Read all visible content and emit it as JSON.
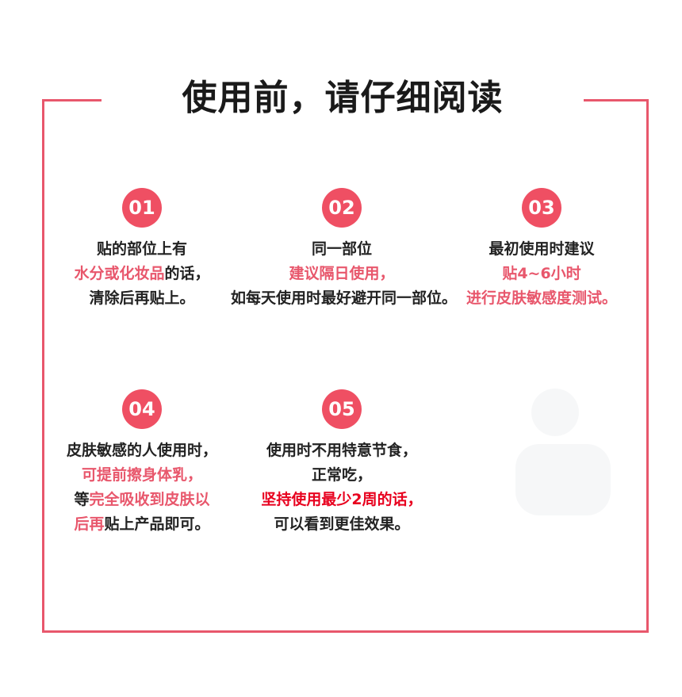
{
  "title": "使用前，请仔细阅读",
  "colors": {
    "accent": "#e8576c",
    "badge": "#ef4f63",
    "emphasis_red": "#e8001e",
    "text": "#222222"
  },
  "steps": [
    {
      "number": "01",
      "lines": [
        [
          {
            "t": "贴的部位上有",
            "h": ""
          }
        ],
        [
          {
            "t": "水分或化妆品",
            "h": "hl"
          },
          {
            "t": "的话，",
            "h": ""
          }
        ],
        [
          {
            "t": "清除后再贴上。",
            "h": ""
          }
        ]
      ]
    },
    {
      "number": "02",
      "lines": [
        [
          {
            "t": "同一部位",
            "h": ""
          }
        ],
        [
          {
            "t": "建议隔日使用，",
            "h": "hl"
          }
        ],
        [
          {
            "t": "如每天使用时最好避开同一部位。",
            "h": ""
          }
        ]
      ]
    },
    {
      "number": "03",
      "lines": [
        [
          {
            "t": "最初使用时建议",
            "h": ""
          }
        ],
        [
          {
            "t": "贴4~6小时",
            "h": "hl"
          }
        ],
        [
          {
            "t": "进行皮肤敏感度测试。",
            "h": "hl"
          }
        ]
      ]
    },
    {
      "number": "04",
      "lines": [
        [
          {
            "t": "皮肤敏感的人使用时，",
            "h": ""
          }
        ],
        [
          {
            "t": "可提前擦身体乳，",
            "h": "hl"
          }
        ],
        [
          {
            "t": "等",
            "h": ""
          },
          {
            "t": "完全吸收到皮肤以",
            "h": "hl"
          }
        ],
        [
          {
            "t": "后再",
            "h": "hl"
          },
          {
            "t": "贴上产品即可。",
            "h": ""
          }
        ]
      ]
    },
    {
      "number": "05",
      "lines": [
        [
          {
            "t": "使用时不用特意节食，",
            "h": ""
          }
        ],
        [
          {
            "t": "正常吃，",
            "h": ""
          }
        ],
        [
          {
            "t": "坚持使用最少2周的话，",
            "h": "hl-red"
          }
        ],
        [
          {
            "t": "可以看到更佳效果。",
            "h": ""
          }
        ]
      ]
    }
  ]
}
